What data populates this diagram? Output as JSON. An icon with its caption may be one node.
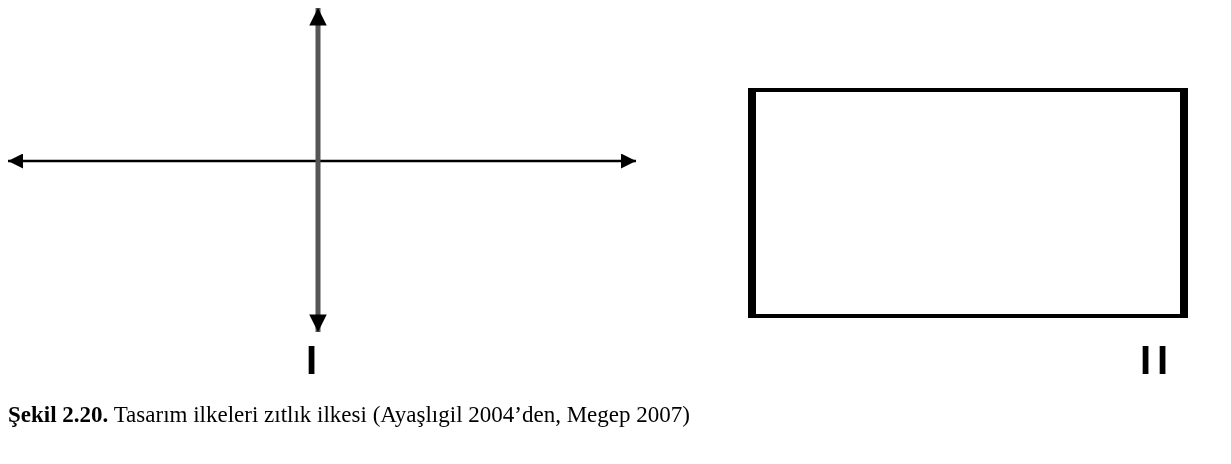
{
  "diagram": {
    "caption": "**Şekil 2.20.** Tasarım ilkeleri zıtlık ilkesi (Ayaşlıgil 2004’den, Megep 2007)",
    "labels": [
      "I",
      "II"
    ]
  }
}
